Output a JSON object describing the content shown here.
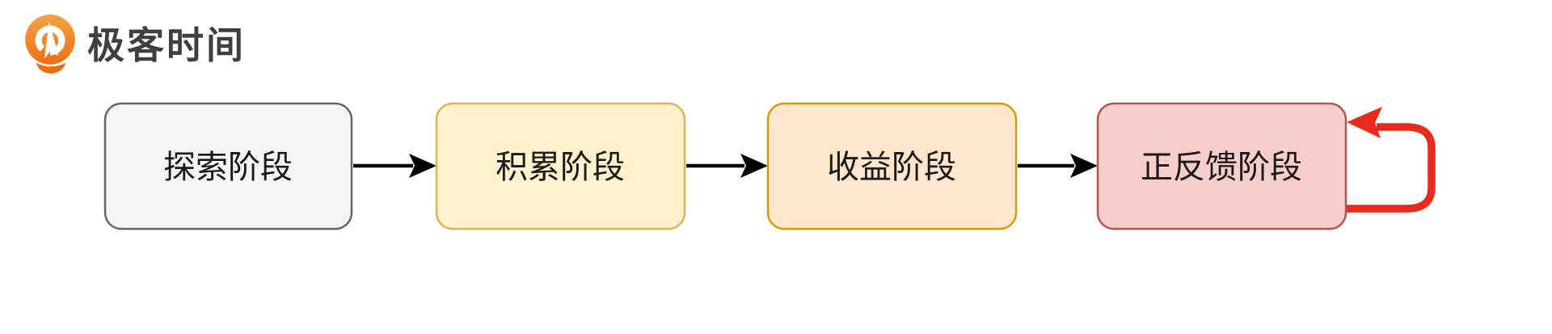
{
  "page": {
    "background": "#FFFFFF"
  },
  "logo": {
    "text": "极客时间",
    "icon": "geektime-q-pin-icon",
    "brand_color": "#ED7118",
    "text_color": "#3F3F3F"
  },
  "flowchart": {
    "type": "flow",
    "direction": "left-to-right",
    "stages": [
      {
        "label": "探索阶段",
        "fill": "#F5F5F5",
        "border": "#666666"
      },
      {
        "label": "积累阶段",
        "fill": "#FFF2CC",
        "border": "#D6B656"
      },
      {
        "label": "收益阶段",
        "fill": "#FFE6CC",
        "border": "#D79B00"
      },
      {
        "label": "正反馈阶段",
        "fill": "#F8CECC",
        "border": "#B85450"
      }
    ],
    "connector_color": "#000000",
    "label_color": "#1A1A1A",
    "self_loop": {
      "attached_to_label": "正反馈阶段",
      "color": "#EA2A1C"
    }
  }
}
